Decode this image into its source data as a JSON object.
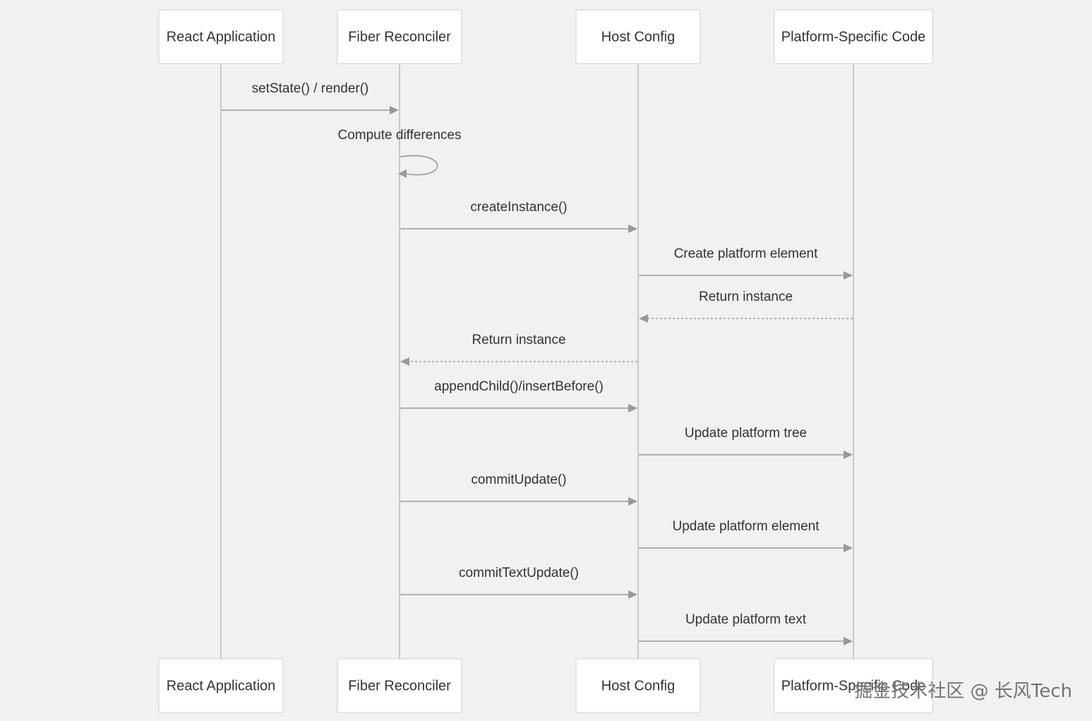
{
  "participants": [
    {
      "id": "app",
      "label": "React Application"
    },
    {
      "id": "fiber",
      "label": "Fiber Reconciler"
    },
    {
      "id": "host",
      "label": "Host Config"
    },
    {
      "id": "platform",
      "label": "Platform-Specific Code"
    }
  ],
  "messages": [
    {
      "from": "app",
      "to": "fiber",
      "label": "setState() / render()",
      "style": "solid"
    },
    {
      "from": "fiber",
      "to": "fiber",
      "label": "Compute differences",
      "style": "solid",
      "self": true
    },
    {
      "from": "fiber",
      "to": "host",
      "label": "createInstance()",
      "style": "solid"
    },
    {
      "from": "host",
      "to": "platform",
      "label": "Create platform element",
      "style": "solid"
    },
    {
      "from": "platform",
      "to": "host",
      "label": "Return instance",
      "style": "dashed"
    },
    {
      "from": "host",
      "to": "fiber",
      "label": "Return instance",
      "style": "dashed"
    },
    {
      "from": "fiber",
      "to": "host",
      "label": "appendChild()/insertBefore()",
      "style": "solid"
    },
    {
      "from": "host",
      "to": "platform",
      "label": "Update platform tree",
      "style": "solid"
    },
    {
      "from": "fiber",
      "to": "host",
      "label": "commitUpdate()",
      "style": "solid"
    },
    {
      "from": "host",
      "to": "platform",
      "label": "Update platform element",
      "style": "solid"
    },
    {
      "from": "fiber",
      "to": "host",
      "label": "commitTextUpdate()",
      "style": "solid"
    },
    {
      "from": "host",
      "to": "platform",
      "label": "Update platform text",
      "style": "solid"
    }
  ],
  "watermark": "掘金技术社区 @ 长风Tech"
}
